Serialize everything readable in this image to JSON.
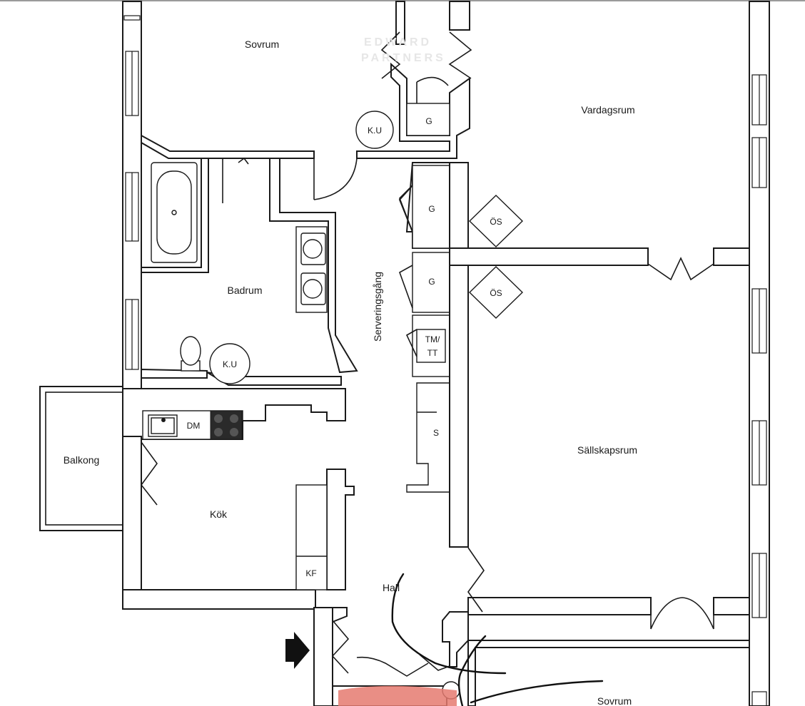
{
  "watermark": {
    "line1": "EDWARD",
    "line2": "PARTNERS"
  },
  "rooms": {
    "sovrum_top": "Sovrum",
    "vardagsrum": "Vardagsrum",
    "badrum": "Badrum",
    "serveringsgang": "Serveringsgång",
    "sallskapsrum": "Sällskapsrum",
    "kok": "Kök",
    "balkong": "Balkong",
    "hall": "Hall",
    "sovrum_bottom": "Sovrum"
  },
  "fixtures": {
    "ku_top": "K.U",
    "ku_bath": "K.U",
    "g_top": "G",
    "g_mid1": "G",
    "g_mid2": "G",
    "os_1": "ÖS",
    "os_2": "ÖS",
    "tm_1": "TM/",
    "tm_2": "TT",
    "s": "S",
    "dm": "DM",
    "kf": "KF"
  },
  "colors": {
    "wall": "#1a1a1a",
    "scribble": "#111111",
    "highlight": "#e57a70"
  },
  "icons": {
    "entrance": "entrance-arrow-icon"
  }
}
